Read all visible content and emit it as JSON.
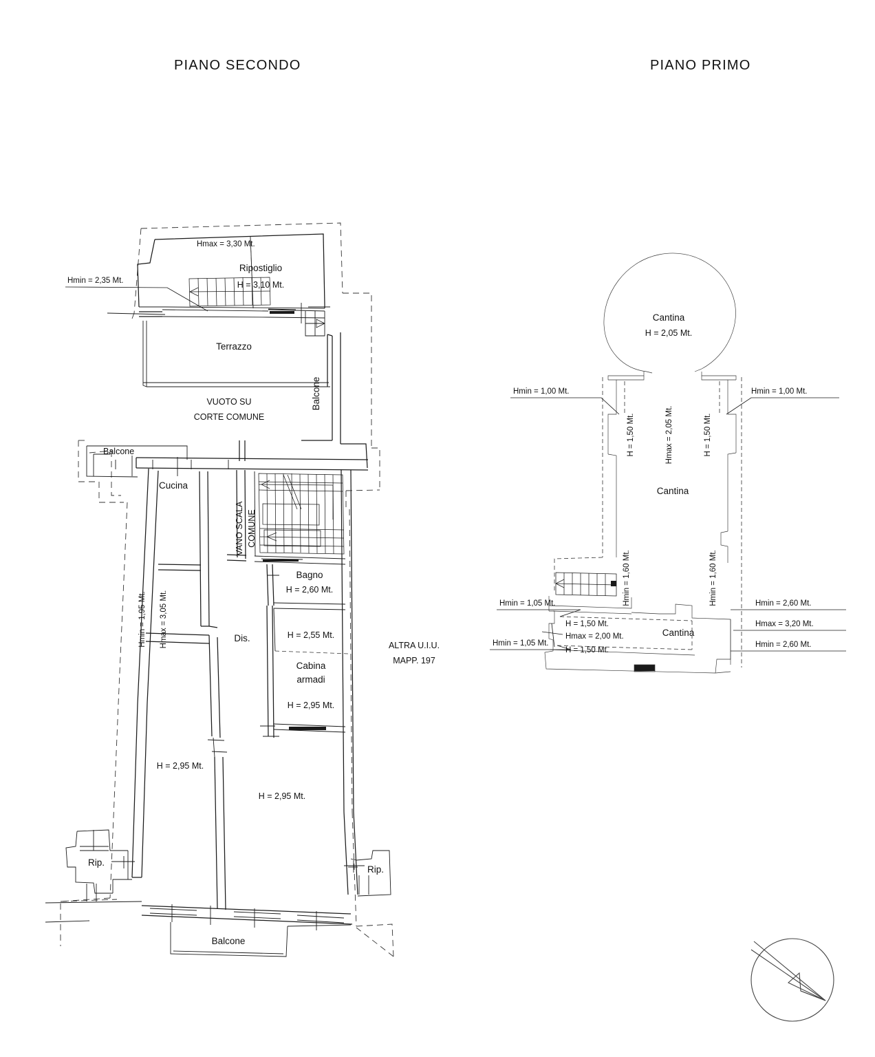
{
  "document": {
    "type": "architectural-floor-plan",
    "language": "it"
  },
  "plans": {
    "left": {
      "title": "PIANO SECONDO",
      "other_unit": {
        "line1": "ALTRA U.I.U.",
        "line2": "MAPP. 197"
      },
      "rooms": [
        {
          "name": "Riposiglio",
          "label": "Ripostiglio",
          "height": "H = 3,10 Mt."
        },
        {
          "name": "Terrazzo",
          "label": "Terrazzo",
          "height": ""
        },
        {
          "name": "Cucina",
          "label": "Cucina",
          "height": ""
        },
        {
          "name": "Bagno",
          "label": "Bagno",
          "height": "H = 2,60 Mt."
        },
        {
          "name": "Cabina armadi",
          "label_line1": "Cabina",
          "label_line2": "armadi",
          "height": "H = 2,95 Mt."
        },
        {
          "name": "Disimpegno",
          "label": "Dis.",
          "height": ""
        }
      ],
      "labels": {
        "ripostiglio": "Ripostiglio",
        "ripostiglio_h": "H = 3,10 Mt.",
        "terrazzo": "Terrazzo",
        "vuoto_line1": "VUOTO SU",
        "vuoto_line2": "CORTE COMUNE",
        "balcone_top": "Balcone",
        "balcone_right": "Balcone",
        "balcone_bottom": "Balcone",
        "cucina": "Cucina",
        "vano_scala": "VANO SCALA",
        "comune": "COMUNE",
        "bagno": "Bagno",
        "bagno_h": "H = 2,60 Mt.",
        "dis": "Dis.",
        "room_255_h": "H = 2,55 Mt.",
        "cabina_line1": "Cabina",
        "cabina_line2": "armadi",
        "cabina_h": "H = 2,95 Mt.",
        "soggiorno_h": "H = 2,95 Mt.",
        "camera_h": "H = 2,95 Mt.",
        "rip_left": "Rip.",
        "rip_right": "Rip."
      },
      "dimensions": {
        "hmax_attic": "Hmax = 3,30 Mt.",
        "hmin_attic": "Hmin = 2,35 Mt.",
        "hmin_cucina": "Hmin = 1,95 Mt.",
        "hmax_cucina": "Hmax = 3,05 Mt."
      }
    },
    "right": {
      "title": "PIANO PRIMO",
      "labels": {
        "cantina_top": "Cantina",
        "cantina_top_h": "H = 2,05 Mt.",
        "cantina_mid": "Cantina",
        "cantina_bottom": "Cantina"
      },
      "dimensions": {
        "hmin_left_upper": "Hmin = 1,00 Mt.",
        "hmin_right_upper": "Hmin = 1,00 Mt.",
        "h_150_left": "H = 1,50 Mt.",
        "hmax_205_center": "Hmax = 2,05 Mt.",
        "h_150_right": "H = 1,50 Mt.",
        "hmin_160_left": "Hmin = 1,60 Mt.",
        "hmin_160_right": "Hmin = 1,60 Mt.",
        "hmin_105_upper": "Hmin = 1,05 Mt.",
        "hmin_105_lower": "Hmin = 1,05 Mt.",
        "h_150_upper_in": "H = 1,50 Mt.",
        "hmax_200_in": "Hmax = 2,00 Mt.",
        "h_150_lower_in": "H = 1,50 Mt.",
        "hmin_260_upper": "Hmin = 2,60 Mt.",
        "hmax_320": "Hmax = 3,20 Mt.",
        "hmin_260_lower": "Hmin = 2,60 Mt."
      }
    }
  },
  "compass": {
    "name": "north-arrow"
  },
  "colors": {
    "ink": "#1a1a1a",
    "background": "#ffffff",
    "dashed": "#333333"
  }
}
